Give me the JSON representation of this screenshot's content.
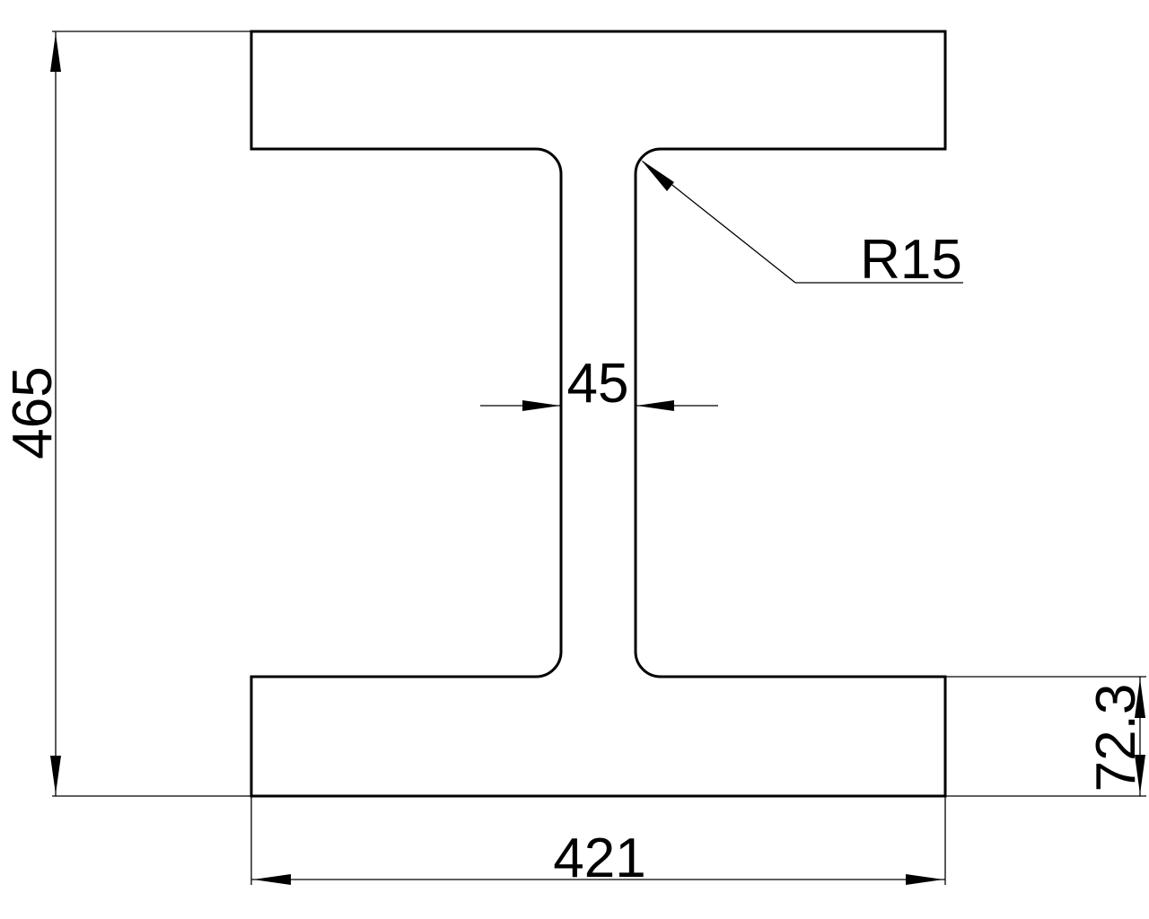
{
  "drawing": {
    "title": "I-beam cross-section",
    "dimensions": {
      "height": "465",
      "width": "421",
      "web_thickness": "45",
      "fillet_radius": "R15",
      "flange_thickness": "72.3"
    },
    "colors": {
      "line": "#000000",
      "background": "#ffffff"
    }
  }
}
